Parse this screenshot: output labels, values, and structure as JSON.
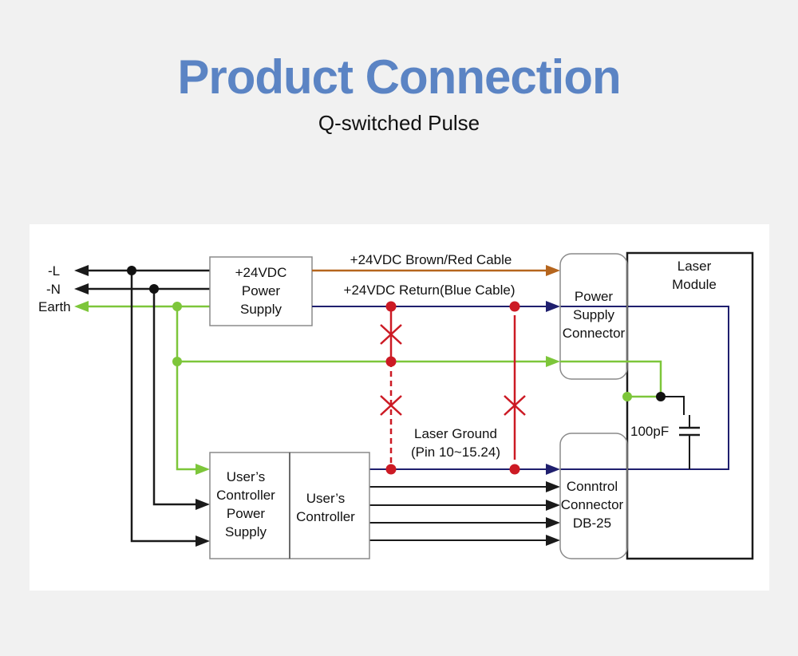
{
  "header": {
    "title": "Product Connection",
    "subtitle": "Q-switched Pulse"
  },
  "colors": {
    "title": "#5b84c4",
    "background": "#f1f1f1",
    "panel": "#ffffff",
    "black_wire": "#1a1a1a",
    "earth_wire": "#7dc63a",
    "brown_wire": "#b5651d",
    "blue_wire": "#1f1f6e",
    "laser_ground": "#cc1a24",
    "box_border": "#8a8a8a"
  },
  "diagram": {
    "mains": {
      "l_label": "-L",
      "n_label": "-N",
      "earth_label": "Earth"
    },
    "power_supply": {
      "lines": [
        "+24VDC",
        "Power",
        "Supply"
      ]
    },
    "cables": {
      "brown": "+24VDC Brown/Red Cable",
      "blue": "+24VDC Return(Blue Cable)"
    },
    "power_connector": {
      "lines": [
        "Power",
        "Supply",
        "Connector"
      ]
    },
    "laser_module": {
      "lines": [
        "Laser",
        "Module"
      ]
    },
    "capacitor": {
      "label": "100pF"
    },
    "laser_ground": {
      "lines": [
        "Laser Ground",
        "(Pin 10~15.24)"
      ]
    },
    "control_connector": {
      "lines": [
        "Conntrol",
        "Connector",
        "DB-25"
      ]
    },
    "user_power_supply": {
      "lines": [
        "User’s",
        "Controller",
        "Power",
        "Supply"
      ]
    },
    "user_controller": {
      "lines": [
        "User’s",
        "Controller"
      ]
    }
  }
}
